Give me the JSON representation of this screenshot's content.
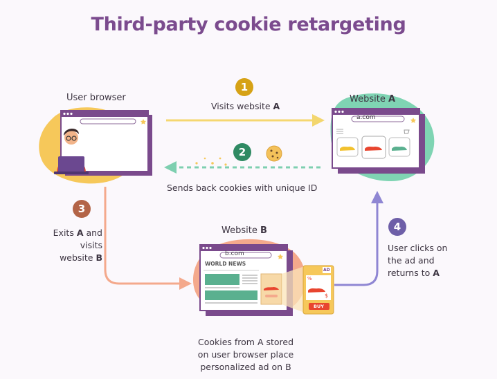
{
  "title": "Third-party cookie retargeting",
  "nodes": {
    "user_browser": "User browser",
    "website_a": {
      "prefix": "Website ",
      "letter": "A",
      "url": "a.com"
    },
    "website_b": {
      "prefix": "Website ",
      "letter": "B",
      "url": "b.com",
      "news_label": "WORLD NEWS"
    }
  },
  "steps": [
    {
      "number": "1",
      "text_pre": "Visits website ",
      "text_bold": "A"
    },
    {
      "number": "2",
      "text": "Sends back cookies with unique ID"
    },
    {
      "number": "3",
      "line1_pre": "Exits ",
      "line1_bold": "A",
      "line1_post": " and",
      "line2": "visits",
      "line3_pre": "website ",
      "line3_bold": "B"
    },
    {
      "number": "4",
      "line1": "User clicks on",
      "line2": "the ad and",
      "line3_pre": "returns to ",
      "line3_bold": "A"
    }
  ],
  "caption": {
    "line1": "Cookies from A stored",
    "line2": "on user browser place",
    "line3": "personalized ad on B"
  },
  "ad": {
    "badge": "AD",
    "button": "BUY",
    "price": "$",
    "discount": "%"
  },
  "colors": {
    "title": "#7b4b8e",
    "step1": "#d6a216",
    "step2": "#2f8a63",
    "step3": "#b36447",
    "step4": "#6e5fa8",
    "arrow1": "#f5d770",
    "arrow2": "#7ecfb0",
    "arrow3": "#f4a98c",
    "arrow4": "#8f86d3"
  }
}
